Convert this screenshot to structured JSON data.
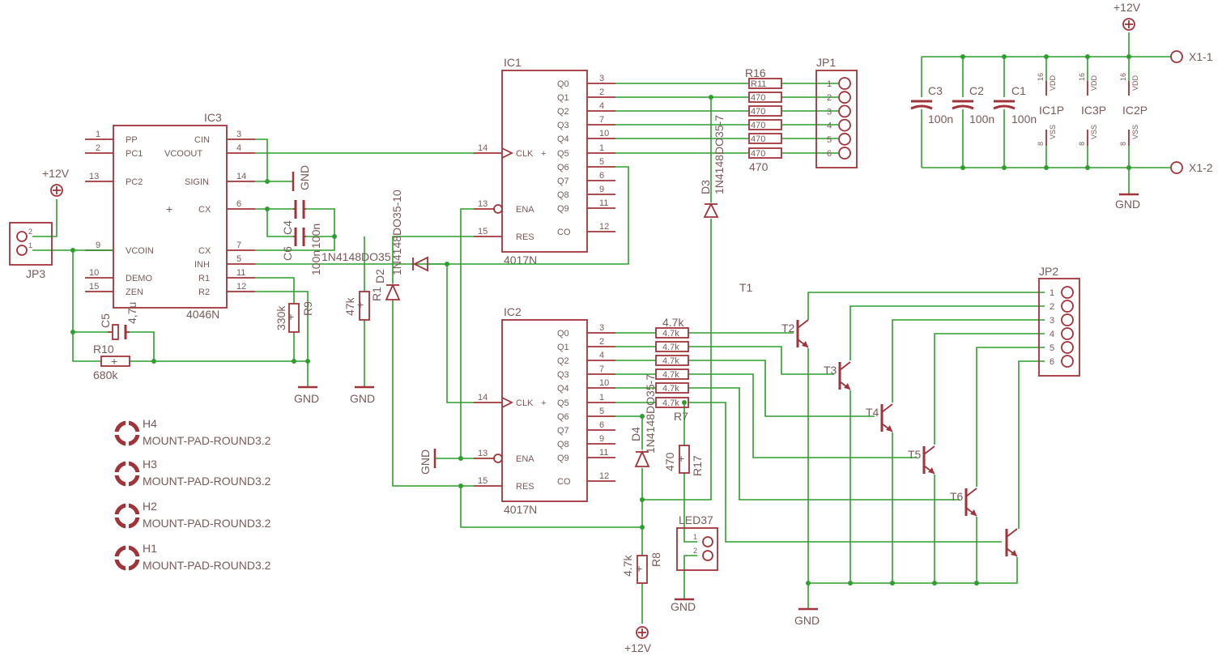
{
  "ic3": {
    "name": "IC3",
    "part": "4046N",
    "left_pins": [
      {
        "num": "1",
        "name": "PP"
      },
      {
        "num": "2",
        "name": "PC1"
      },
      {
        "num": "13",
        "name": "PC2"
      },
      {
        "num": "9",
        "name": "VCOIN"
      },
      {
        "num": "10",
        "name": "DEMO"
      },
      {
        "num": "15",
        "name": "ZEN"
      }
    ],
    "right_pins": [
      {
        "num": "3",
        "name": "CIN"
      },
      {
        "num": "4",
        "name": "VCOOUT"
      },
      {
        "num": "14",
        "name": "SIGIN"
      },
      {
        "num": "6",
        "name": "CX"
      },
      {
        "num": "7",
        "name": "CX"
      },
      {
        "num": "5",
        "name": "INH"
      },
      {
        "num": "11",
        "name": "R1"
      },
      {
        "num": "12",
        "name": "R2"
      }
    ]
  },
  "ic1": {
    "name": "IC1",
    "part": "4017N",
    "left_pins": [
      {
        "num": "14",
        "name": "CLK"
      },
      {
        "num": "13",
        "name": "ENA"
      },
      {
        "num": "15",
        "name": "RES"
      }
    ],
    "right_pins": [
      {
        "num": "3",
        "name": "Q0"
      },
      {
        "num": "2",
        "name": "Q1"
      },
      {
        "num": "4",
        "name": "Q2"
      },
      {
        "num": "7",
        "name": "Q3"
      },
      {
        "num": "10",
        "name": "Q4"
      },
      {
        "num": "1",
        "name": "Q5"
      },
      {
        "num": "5",
        "name": "Q6"
      },
      {
        "num": "6",
        "name": "Q7"
      },
      {
        "num": "9",
        "name": "Q8"
      },
      {
        "num": "11",
        "name": "Q9"
      },
      {
        "num": "12",
        "name": "CO"
      }
    ]
  },
  "ic2": {
    "name": "IC2",
    "part": "4017N",
    "left_pins": [
      {
        "num": "14",
        "name": "CLK"
      },
      {
        "num": "13",
        "name": "ENA"
      },
      {
        "num": "15",
        "name": "RES"
      }
    ],
    "right_pins": [
      {
        "num": "3",
        "name": "Q0"
      },
      {
        "num": "2",
        "name": "Q1"
      },
      {
        "num": "4",
        "name": "Q2"
      },
      {
        "num": "7",
        "name": "Q3"
      },
      {
        "num": "10",
        "name": "Q4"
      },
      {
        "num": "1",
        "name": "Q5"
      },
      {
        "num": "5",
        "name": "Q6"
      },
      {
        "num": "6",
        "name": "Q7"
      },
      {
        "num": "9",
        "name": "Q8"
      },
      {
        "num": "11",
        "name": "Q9"
      },
      {
        "num": "12",
        "name": "CO"
      }
    ]
  },
  "jp1": {
    "name": "JP1",
    "pins": [
      "1",
      "2",
      "3",
      "4",
      "5",
      "6"
    ]
  },
  "jp2": {
    "name": "JP2",
    "pins": [
      "1",
      "2",
      "3",
      "4",
      "5",
      "6"
    ]
  },
  "jp3": {
    "name": "JP3",
    "pins": [
      "2",
      "1"
    ]
  },
  "led37": {
    "name": "LED37",
    "pins": [
      "1",
      "2"
    ]
  },
  "r16": {
    "name": "R16",
    "value": "470",
    "row_labels": [
      "R11",
      "470",
      "470",
      "470",
      "470",
      "470"
    ]
  },
  "r7_bank": {
    "label": "4.7k",
    "row_labels": [
      "4.7k",
      "4.7k",
      "4.7k",
      "4.7k",
      "4.7k",
      "4.7k"
    ],
    "ref": "R7"
  },
  "r1": {
    "name": "R1",
    "value": "47k"
  },
  "r9": {
    "name": "R9",
    "value": "330k"
  },
  "r10": {
    "name": "R10",
    "value": "680k"
  },
  "r17": {
    "name": "R17",
    "value": "470"
  },
  "r8": {
    "name": "R8",
    "value": "4.7k"
  },
  "c1": {
    "name": "C1",
    "value": "100n"
  },
  "c2": {
    "name": "C2",
    "value": "100n"
  },
  "c3": {
    "name": "C3",
    "value": "100n"
  },
  "c4": {
    "name": "C4",
    "value": "100n"
  },
  "c5": {
    "name": "C5",
    "value": "4,7u"
  },
  "c6": {
    "name": "C6",
    "value": "100n"
  },
  "d2": {
    "name": "D2",
    "part": "1N4148DO35-10"
  },
  "d3": {
    "name": "D3",
    "part": "1N4148DO35-7"
  },
  "d4": {
    "name": "D4",
    "part": "1N4148DO35-7"
  },
  "d1_part": "1N4148DO35",
  "transistors": [
    "T1",
    "T2",
    "T3",
    "T4",
    "T5",
    "T6"
  ],
  "mount_pads": [
    {
      "name": "H4",
      "part": "MOUNT-PAD-ROUND3.2"
    },
    {
      "name": "H3",
      "part": "MOUNT-PAD-ROUND3.2"
    },
    {
      "name": "H2",
      "part": "MOUNT-PAD-ROUND3.2"
    },
    {
      "name": "H1",
      "part": "MOUNT-PAD-ROUND3.2"
    }
  ],
  "power": {
    "ic1p": {
      "name": "IC1P",
      "vdd": "VDD",
      "vss": "VSS",
      "pin_vdd": "16",
      "pin_vss": "8"
    },
    "ic3p": {
      "name": "IC3P",
      "vdd": "VDD",
      "vss": "VSS",
      "pin_vdd": "16",
      "pin_vss": "8"
    },
    "ic2p": {
      "name": "IC2P",
      "vdd": "VDD",
      "vss": "VSS",
      "pin_vdd": "16",
      "pin_vss": "8"
    }
  },
  "supplies": {
    "vcc": "+12V",
    "gnd": "GND",
    "x11": "X1-1",
    "x12": "X1-2"
  }
}
